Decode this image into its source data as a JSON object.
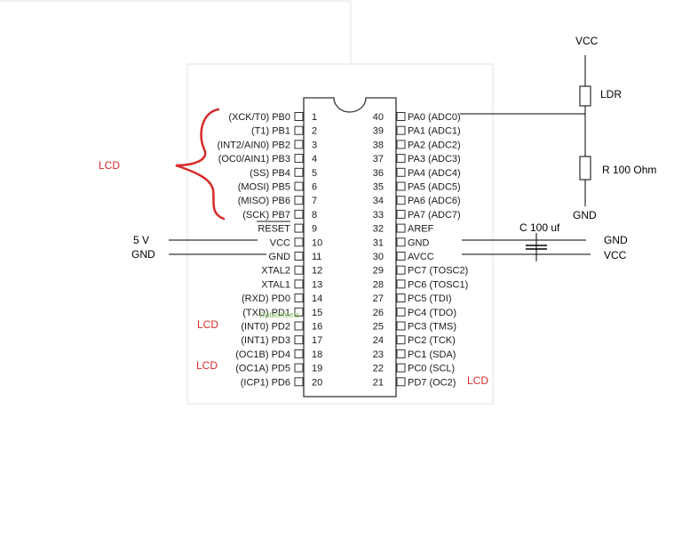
{
  "chip": {
    "left_pins": [
      {
        "num": "1",
        "label": "(XCK/T0) PB0"
      },
      {
        "num": "2",
        "label": "(T1) PB1"
      },
      {
        "num": "3",
        "label": "(INT2/AIN0) PB2"
      },
      {
        "num": "4",
        "label": "(OC0/AIN1) PB3"
      },
      {
        "num": "5",
        "label": "(SS) PB4"
      },
      {
        "num": "6",
        "label": "(MOSI) PB5"
      },
      {
        "num": "7",
        "label": "(MISO) PB6"
      },
      {
        "num": "8",
        "label": "(SCK) PB7"
      },
      {
        "num": "9",
        "label": "RESET"
      },
      {
        "num": "10",
        "label": "VCC"
      },
      {
        "num": "11",
        "label": "GND"
      },
      {
        "num": "12",
        "label": "XTAL2"
      },
      {
        "num": "13",
        "label": "XTAL1"
      },
      {
        "num": "14",
        "label": "(RXD) PD0"
      },
      {
        "num": "15",
        "label": "(TXD) PD1"
      },
      {
        "num": "16",
        "label": "(INT0) PD2"
      },
      {
        "num": "17",
        "label": "(INT1) PD3"
      },
      {
        "num": "18",
        "label": "(OC1B) PD4"
      },
      {
        "num": "19",
        "label": "(OC1A) PD5"
      },
      {
        "num": "20",
        "label": "(ICP1) PD6"
      }
    ],
    "right_pins": [
      {
        "num": "40",
        "label": "PA0 (ADC0)"
      },
      {
        "num": "39",
        "label": "PA1 (ADC1)"
      },
      {
        "num": "38",
        "label": "PA2 (ADC2)"
      },
      {
        "num": "37",
        "label": "PA3 (ADC3)"
      },
      {
        "num": "36",
        "label": "PA4 (ADC4)"
      },
      {
        "num": "35",
        "label": "PA5 (ADC5)"
      },
      {
        "num": "34",
        "label": "PA6 (ADC6)"
      },
      {
        "num": "33",
        "label": "PA7 (ADC7)"
      },
      {
        "num": "32",
        "label": "AREF"
      },
      {
        "num": "31",
        "label": "GND"
      },
      {
        "num": "30",
        "label": "AVCC"
      },
      {
        "num": "29",
        "label": "PC7 (TOSC2)"
      },
      {
        "num": "28",
        "label": "PC6 (TOSC1)"
      },
      {
        "num": "27",
        "label": "PC5 (TDI)"
      },
      {
        "num": "26",
        "label": "PC4 (TDO)"
      },
      {
        "num": "25",
        "label": "PC3 (TMS)"
      },
      {
        "num": "24",
        "label": "PC2 (TCK)"
      },
      {
        "num": "23",
        "label": "PC1 (SDA)"
      },
      {
        "num": "22",
        "label": "PC0 (SCL)"
      },
      {
        "num": "21",
        "label": "PD7 (OC2)"
      }
    ],
    "watermark": "Datasheets"
  },
  "annotations": {
    "lcd_portb": "LCD",
    "lcd_pd2": "LCD",
    "lcd_pd5": "LCD",
    "lcd_pd7": "LCD",
    "vcc_in": "5 V",
    "gnd_in": "GND",
    "right_gnd": "GND",
    "right_vcc": "VCC",
    "capacitor": "C 100 uf"
  },
  "divider": {
    "vcc": "VCC",
    "ldr": "LDR",
    "resistor": "R 100 Ohm",
    "gnd": "GND"
  },
  "colors": {
    "annotation_red": "#d62a2a",
    "line": "#000000",
    "chip_outline": "#333333"
  }
}
